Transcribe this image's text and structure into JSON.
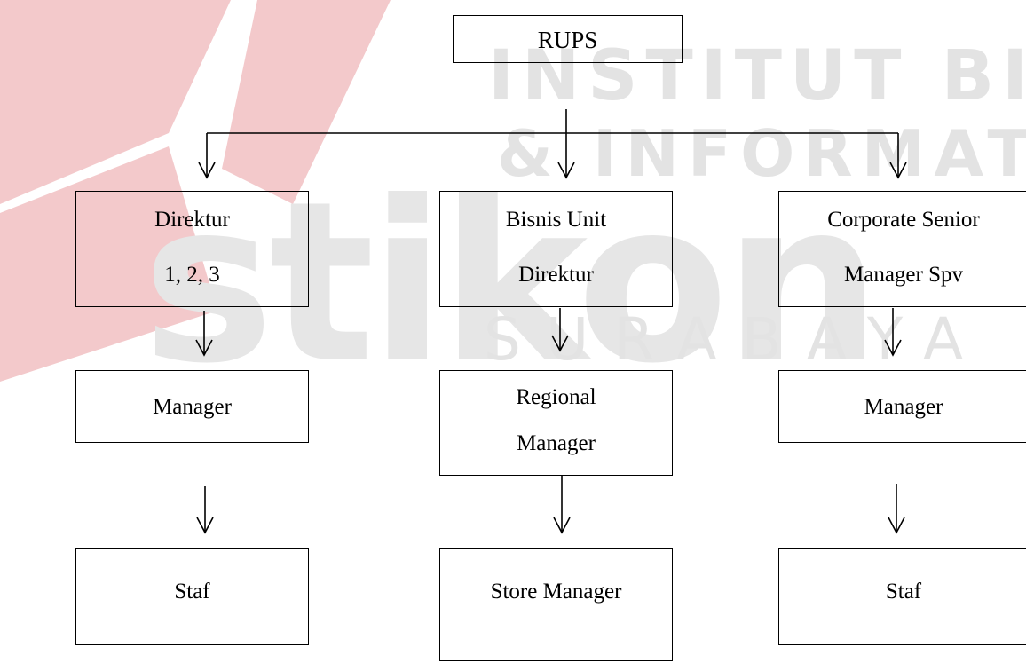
{
  "watermark": {
    "title": "INSTITUT BISNIS",
    "subtitle": "& INFORMATIKA",
    "brand": "stikon",
    "city": "SURABAYA",
    "logo_color": "#f3c9cb",
    "text_color": "#e3e3e3"
  },
  "nodes": {
    "rups": "RUPS",
    "direktur": {
      "line1": "Direktur",
      "line2": "1, 2, 3"
    },
    "bisnis_unit": {
      "line1": "Bisnis Unit",
      "line2": "Direktur"
    },
    "corporate": {
      "line1": "Corporate Senior",
      "line2": "Manager Spv"
    },
    "manager_left": "Manager",
    "regional_manager": {
      "line1": "Regional",
      "line2": "Manager"
    },
    "manager_right": "Manager",
    "staf_left": "Staf",
    "store_manager": "Store Manager",
    "staf_right": "Staf"
  }
}
